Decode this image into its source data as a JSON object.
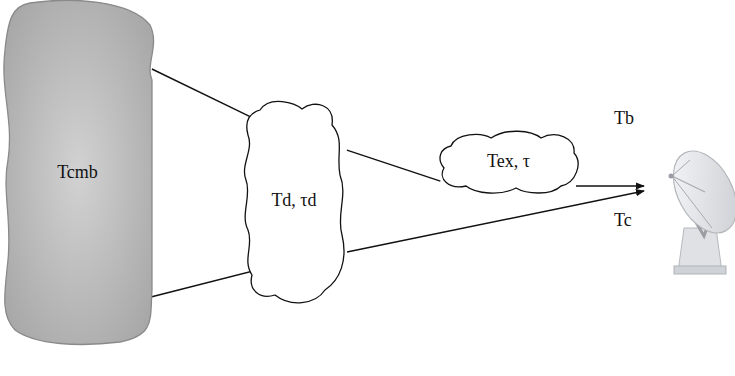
{
  "diagram": {
    "nodes": [
      {
        "text": [
          "Tcmb"
        ]
      },
      {
        "text": [
          "Td, τd"
        ]
      },
      {
        "text": [
          "Tex, τ"
        ]
      }
    ],
    "edges": [
      {
        "from": 0,
        "to": 1,
        "arrow": "none"
      },
      {
        "from": 1,
        "to": 2,
        "arrow": "none"
      },
      {
        "from": 0,
        "to": 1,
        "arrow": "none"
      }
    ],
    "labels": [
      "Tb",
      "Tc"
    ]
  }
}
